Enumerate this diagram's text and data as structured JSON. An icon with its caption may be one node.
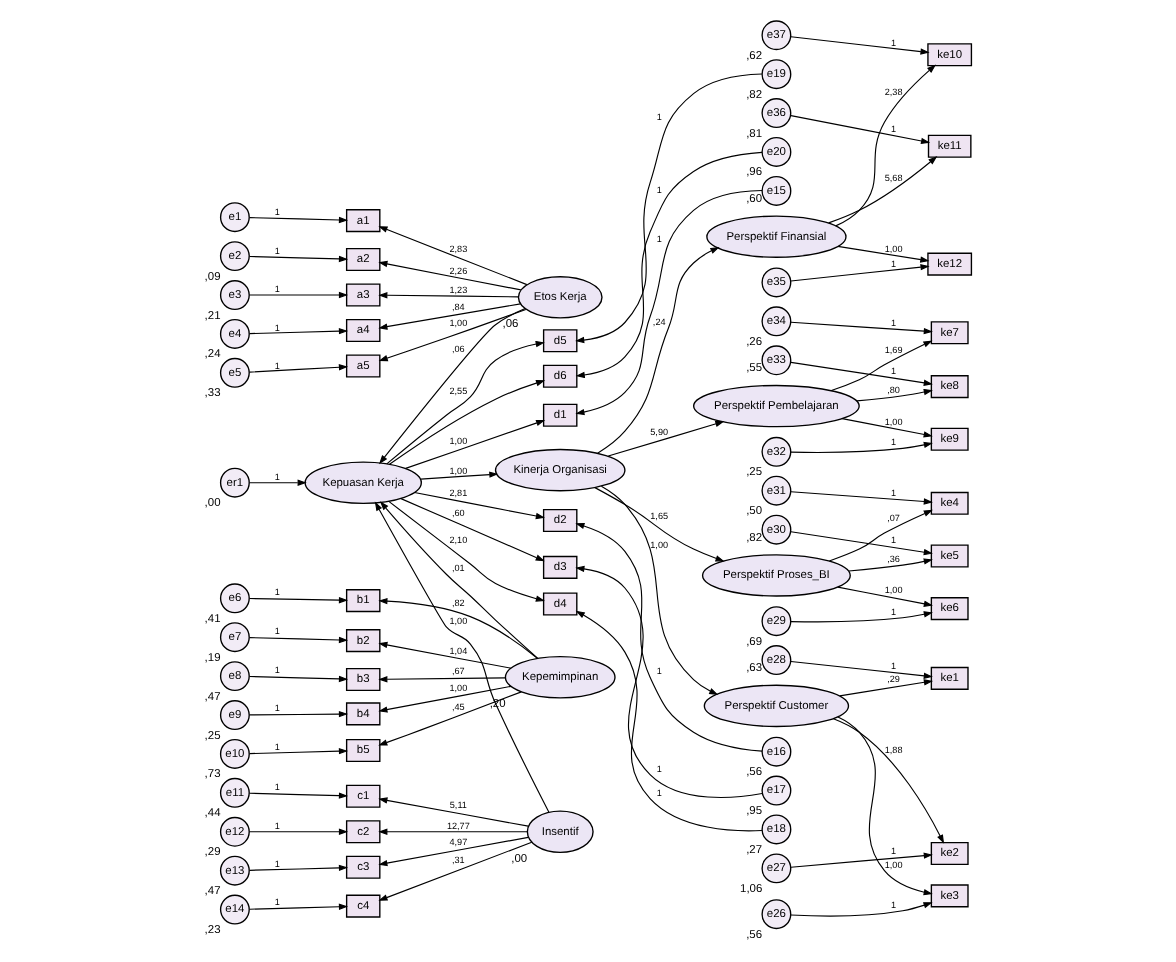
{
  "diagram": {
    "nodes": [
      {
        "text": [
          "e1"
        ]
      },
      {
        "text": [
          "e2"
        ],
        "beside": [
          ",09"
        ]
      },
      {
        "text": [
          "e3"
        ],
        "beside": [
          ",21"
        ]
      },
      {
        "text": [
          "e4"
        ],
        "beside": [
          ",24"
        ]
      },
      {
        "text": [
          "e5"
        ],
        "beside": [
          ",33"
        ]
      },
      {
        "text": [
          "a1"
        ]
      },
      {
        "text": [
          "a2"
        ]
      },
      {
        "text": [
          "a3"
        ]
      },
      {
        "text": [
          "a4"
        ]
      },
      {
        "text": [
          "a5"
        ]
      },
      {
        "text": [
          "Etos Kerja"
        ],
        "beside": [
          ",06"
        ]
      },
      {
        "text": [
          "e6"
        ],
        "beside": [
          ",41"
        ]
      },
      {
        "text": [
          "e7"
        ],
        "beside": [
          ",19"
        ]
      },
      {
        "text": [
          "e8"
        ],
        "beside": [
          ",47"
        ]
      },
      {
        "text": [
          "e9"
        ],
        "beside": [
          ",25"
        ]
      },
      {
        "text": [
          "e10"
        ],
        "beside": [
          ",73"
        ]
      },
      {
        "text": [
          "b1"
        ]
      },
      {
        "text": [
          "b2"
        ]
      },
      {
        "text": [
          "b3"
        ]
      },
      {
        "text": [
          "b4"
        ]
      },
      {
        "text": [
          "b5"
        ]
      },
      {
        "text": [
          "Kepemimpinan"
        ],
        "beside": [
          ",20"
        ]
      },
      {
        "text": [
          "e11"
        ],
        "beside": [
          ",44"
        ]
      },
      {
        "text": [
          "e12"
        ],
        "beside": [
          ",29"
        ]
      },
      {
        "text": [
          "e13"
        ],
        "beside": [
          ",47"
        ]
      },
      {
        "text": [
          "e14"
        ],
        "beside": [
          ",23"
        ]
      },
      {
        "text": [
          "c1"
        ]
      },
      {
        "text": [
          "c2"
        ]
      },
      {
        "text": [
          "c3"
        ]
      },
      {
        "text": [
          "c4"
        ]
      },
      {
        "text": [
          "Insentif"
        ],
        "beside": [
          ",00"
        ]
      },
      {
        "text": [
          "er1"
        ],
        "beside": [
          ",00"
        ]
      },
      {
        "text": [
          "Kepuasan Kerja"
        ]
      },
      {
        "text": [
          "d1"
        ]
      },
      {
        "text": [
          "d2"
        ]
      },
      {
        "text": [
          "d3"
        ]
      },
      {
        "text": [
          "d4"
        ]
      },
      {
        "text": [
          "d5"
        ]
      },
      {
        "text": [
          "d6"
        ]
      },
      {
        "text": [
          "e15"
        ],
        "beside": [
          ",60"
        ]
      },
      {
        "text": [
          "e16"
        ],
        "beside": [
          ",56"
        ]
      },
      {
        "text": [
          "e17"
        ],
        "beside": [
          ",95"
        ]
      },
      {
        "text": [
          "e18"
        ],
        "beside": [
          ",27"
        ]
      },
      {
        "text": [
          "e19"
        ],
        "beside": [
          ",82"
        ]
      },
      {
        "text": [
          "e20"
        ],
        "beside": [
          ",96"
        ]
      },
      {
        "text": [
          "Kinerja Organisasi"
        ]
      },
      {
        "text": [
          "Perspektif Customer"
        ]
      },
      {
        "text": [
          "Perspektif Proses_BI"
        ]
      },
      {
        "text": [
          "Perspektif Pembelajaran"
        ]
      },
      {
        "text": [
          "Perspektif Finansial"
        ]
      },
      {
        "text": [
          "ke1"
        ]
      },
      {
        "text": [
          "ke2"
        ]
      },
      {
        "text": [
          "ke3"
        ]
      },
      {
        "text": [
          "ke4"
        ]
      },
      {
        "text": [
          "ke5"
        ]
      },
      {
        "text": [
          "ke6"
        ]
      },
      {
        "text": [
          "ke7"
        ]
      },
      {
        "text": [
          "ke8"
        ]
      },
      {
        "text": [
          "ke9"
        ]
      },
      {
        "text": [
          "ke10"
        ]
      },
      {
        "text": [
          "ke11"
        ]
      },
      {
        "text": [
          "ke12"
        ]
      },
      {
        "text": [
          "e28"
        ],
        "beside": [
          ",63"
        ]
      },
      {
        "text": [
          "e27"
        ],
        "beside": [
          "1,06"
        ]
      },
      {
        "text": [
          "e26"
        ],
        "beside": [
          ",56"
        ]
      },
      {
        "text": [
          "e31"
        ],
        "beside": [
          ",50"
        ]
      },
      {
        "text": [
          "e30"
        ],
        "beside": [
          ",82"
        ]
      },
      {
        "text": [
          "e29"
        ],
        "beside": [
          ",69"
        ]
      },
      {
        "text": [
          "e34"
        ],
        "beside": [
          ",26"
        ]
      },
      {
        "text": [
          "e33"
        ],
        "beside": [
          ",55"
        ]
      },
      {
        "text": [
          "e32"
        ],
        "beside": [
          ",25"
        ]
      },
      {
        "text": [
          "e37"
        ],
        "beside": [
          ",62"
        ]
      },
      {
        "text": [
          "e36"
        ],
        "beside": [
          ",81"
        ]
      },
      {
        "text": [
          "e35"
        ]
      }
    ],
    "edges": [
      {
        "from": 0,
        "to": 5,
        "arrow": "to",
        "label": "1"
      },
      {
        "from": 1,
        "to": 6,
        "arrow": "to",
        "label": "1"
      },
      {
        "from": 2,
        "to": 7,
        "arrow": "to",
        "label": "1"
      },
      {
        "from": 3,
        "to": 8,
        "arrow": "to",
        "label": "1"
      },
      {
        "from": 4,
        "to": 9,
        "arrow": "to",
        "label": "1"
      },
      {
        "from": 10,
        "to": 5,
        "arrow": "to",
        "label": "2,83"
      },
      {
        "from": 10,
        "to": 6,
        "arrow": "to",
        "label": "2,26"
      },
      {
        "from": 10,
        "to": 7,
        "arrow": "to",
        "label": "1,23"
      },
      {
        "from": 10,
        "to": 8,
        "arrow": "to",
        "label": ",84"
      },
      {
        "from": 10,
        "to": 9,
        "arrow": "to",
        "label": "1,00"
      },
      {
        "from": 11,
        "to": 16,
        "arrow": "to",
        "label": "1"
      },
      {
        "from": 12,
        "to": 17,
        "arrow": "to",
        "label": "1"
      },
      {
        "from": 13,
        "to": 18,
        "arrow": "to",
        "label": "1"
      },
      {
        "from": 14,
        "to": 19,
        "arrow": "to",
        "label": "1"
      },
      {
        "from": 15,
        "to": 20,
        "arrow": "to",
        "label": "1"
      },
      {
        "from": 21,
        "to": 16,
        "arrow": "to",
        "label": ",82"
      },
      {
        "from": 21,
        "to": 17,
        "arrow": "to",
        "label": "1,04"
      },
      {
        "from": 21,
        "to": 18,
        "arrow": "to",
        "label": ",67"
      },
      {
        "from": 21,
        "to": 19,
        "arrow": "to",
        "label": "1,00"
      },
      {
        "from": 21,
        "to": 20,
        "arrow": "to",
        "label": ",45"
      },
      {
        "from": 22,
        "to": 26,
        "arrow": "to",
        "label": "1"
      },
      {
        "from": 23,
        "to": 27,
        "arrow": "to",
        "label": "1"
      },
      {
        "from": 24,
        "to": 28,
        "arrow": "to",
        "label": "1"
      },
      {
        "from": 25,
        "to": 29,
        "arrow": "to",
        "label": "1"
      },
      {
        "from": 30,
        "to": 26,
        "arrow": "to",
        "label": "5,11"
      },
      {
        "from": 30,
        "to": 27,
        "arrow": "to",
        "label": "12,77"
      },
      {
        "from": 30,
        "to": 28,
        "arrow": "to",
        "label": "4,97"
      },
      {
        "from": 30,
        "to": 29,
        "arrow": "to",
        "label": ",31"
      },
      {
        "from": 10,
        "to": 32,
        "arrow": "to",
        "label": ",06"
      },
      {
        "from": 21,
        "to": 32,
        "arrow": "to",
        "label": ",01"
      },
      {
        "from": 30,
        "to": 32,
        "arrow": "to",
        "label": "1,00"
      },
      {
        "from": 31,
        "to": 32,
        "arrow": "to",
        "label": "1"
      },
      {
        "from": 32,
        "to": 33,
        "arrow": "to",
        "label": "1,00"
      },
      {
        "from": 32,
        "to": 34,
        "arrow": "to",
        "label": "2,81"
      },
      {
        "from": 32,
        "to": 35,
        "arrow": "to",
        "label": ",60"
      },
      {
        "from": 32,
        "to": 36,
        "arrow": "to",
        "label": "2,10"
      },
      {
        "from": 32,
        "to": 37,
        "arrow": "to",
        "label": "2,55"
      },
      {
        "from": 32,
        "to": 38,
        "arrow": "to"
      },
      {
        "from": 39,
        "to": 33,
        "arrow": "to",
        "label": "1"
      },
      {
        "from": 40,
        "to": 34,
        "arrow": "to",
        "label": "1"
      },
      {
        "from": 41,
        "to": 35,
        "arrow": "to",
        "label": "1"
      },
      {
        "from": 42,
        "to": 36,
        "arrow": "to",
        "label": "1"
      },
      {
        "from": 43,
        "to": 37,
        "arrow": "to",
        "label": "1"
      },
      {
        "from": 44,
        "to": 38,
        "arrow": "to",
        "label": "1"
      },
      {
        "from": 32,
        "to": 45,
        "arrow": "to",
        "label": "1,00"
      },
      {
        "from": 45,
        "to": 46,
        "arrow": "to",
        "label": "1,00"
      },
      {
        "from": 45,
        "to": 47,
        "arrow": "to",
        "label": "1,65"
      },
      {
        "from": 45,
        "to": 48,
        "arrow": "to",
        "label": "5,90"
      },
      {
        "from": 45,
        "to": 49,
        "arrow": "to",
        "label": ",24"
      },
      {
        "from": 46,
        "to": 50,
        "arrow": "to",
        "label": ",29"
      },
      {
        "from": 46,
        "to": 51,
        "arrow": "to",
        "label": "1,88"
      },
      {
        "from": 46,
        "to": 52,
        "arrow": "to",
        "label": "1,00"
      },
      {
        "from": 47,
        "to": 53,
        "arrow": "to",
        "label": ",07"
      },
      {
        "from": 47,
        "to": 54,
        "arrow": "to",
        "label": ",36"
      },
      {
        "from": 47,
        "to": 55,
        "arrow": "to",
        "label": "1,00"
      },
      {
        "from": 48,
        "to": 56,
        "arrow": "to",
        "label": "1,69"
      },
      {
        "from": 48,
        "to": 57,
        "arrow": "to",
        "label": ",80"
      },
      {
        "from": 48,
        "to": 58,
        "arrow": "to",
        "label": "1,00"
      },
      {
        "from": 49,
        "to": 59,
        "arrow": "to",
        "label": "2,38"
      },
      {
        "from": 49,
        "to": 60,
        "arrow": "to",
        "label": "5,68"
      },
      {
        "from": 49,
        "to": 61,
        "arrow": "to",
        "label": "1,00"
      },
      {
        "from": 62,
        "to": 50,
        "arrow": "to",
        "label": "1"
      },
      {
        "from": 63,
        "to": 51,
        "arrow": "to",
        "label": "1"
      },
      {
        "from": 64,
        "to": 52,
        "arrow": "to",
        "label": "1"
      },
      {
        "from": 65,
        "to": 53,
        "arrow": "to",
        "label": "1"
      },
      {
        "from": 66,
        "to": 54,
        "arrow": "to",
        "label": "1"
      },
      {
        "from": 67,
        "to": 55,
        "arrow": "to",
        "label": "1"
      },
      {
        "from": 68,
        "to": 56,
        "arrow": "to",
        "label": "1"
      },
      {
        "from": 69,
        "to": 57,
        "arrow": "to",
        "label": "1"
      },
      {
        "from": 70,
        "to": 58,
        "arrow": "to",
        "label": "1"
      },
      {
        "from": 71,
        "to": 59,
        "arrow": "to",
        "label": "1"
      },
      {
        "from": 72,
        "to": 60,
        "arrow": "to",
        "label": "1"
      },
      {
        "from": 73,
        "to": 61,
        "arrow": "to",
        "label": "1"
      }
    ]
  }
}
